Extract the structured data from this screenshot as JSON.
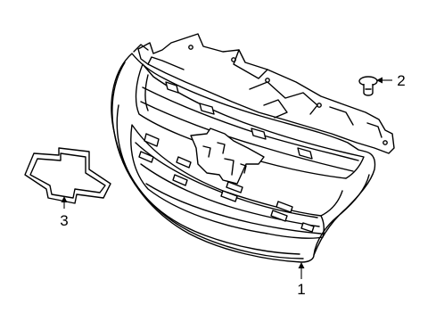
{
  "diagram": {
    "callouts": [
      {
        "id": "1",
        "label": "1",
        "part": "grille"
      },
      {
        "id": "2",
        "label": "2",
        "part": "retainer clip"
      },
      {
        "id": "3",
        "label": "3",
        "part": "emblem"
      }
    ],
    "colors": {
      "line": "#000000",
      "background": "#ffffff"
    }
  }
}
